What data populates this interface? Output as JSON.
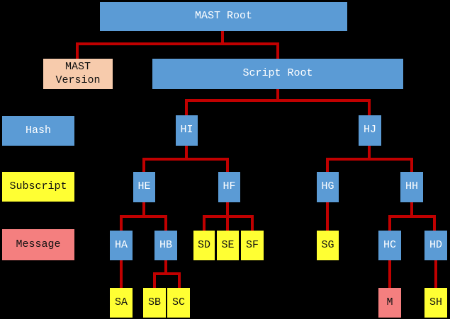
{
  "palette": {
    "background": "#000000",
    "hash_blue": "#5B9BD5",
    "subscript_yellow": "#FFFF33",
    "message_salmon": "#F47F7F",
    "version_peach": "#F7CBAC",
    "connector_red": "#C00000",
    "text_on_blue": "#FFFFFF",
    "text_on_light": "#111111"
  },
  "legend": {
    "hash": "Hash",
    "subscript": "Subscript",
    "message": "Message"
  },
  "nodes": {
    "mast_root": "MAST Root",
    "mast_version": "MAST Version",
    "script_root": "Script Root",
    "hi": "HI",
    "hj": "HJ",
    "he": "HE",
    "hf": "HF",
    "hg": "HG",
    "hh": "HH",
    "ha": "HA",
    "hb": "HB",
    "sd": "SD",
    "se": "SE",
    "sf": "SF",
    "sg": "SG",
    "hc": "HC",
    "hd": "HD",
    "sa": "SA",
    "sb": "SB",
    "sc": "SC",
    "m": "M",
    "sh": "SH"
  }
}
